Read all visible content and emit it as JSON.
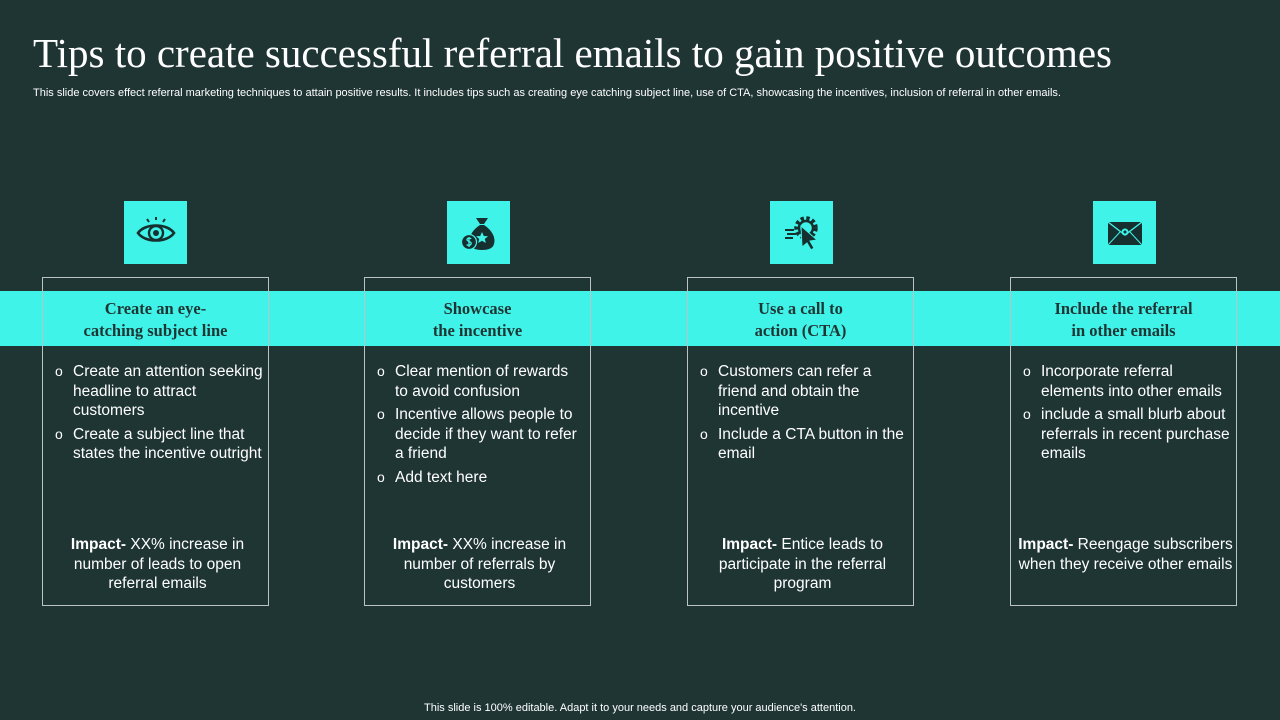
{
  "slide": {
    "title": "Tips to create successful referral emails to gain positive outcomes",
    "subtitle": "This slide covers effect referral marketing  techniques to attain positive results. It includes tips such as creating eye catching subject line, use of CTA,  showcasing the incentives, inclusion of referral in other emails.",
    "footer": "This slide is 100% editable. Adapt it to your needs and capture your audience's attention."
  },
  "theme": {
    "background": "#1f3534",
    "accent": "#3ff3e8",
    "text": "#ffffff",
    "card_border": "#b9c4c3"
  },
  "cards": [
    {
      "icon": "eye-icon",
      "title": "Create an eye-\ncatching subject line",
      "points": [
        "Create an attention seeking headline to attract customers",
        "Create a subject line that states the incentive outright"
      ],
      "impact_label": "Impact-",
      "impact_text": " XX% increase in number of leads to open referral emails"
    },
    {
      "icon": "money-bag-icon",
      "title": "Showcase\nthe incentive",
      "points": [
        "Clear mention of rewards to avoid confusion",
        "Incentive allows people to decide if they want to refer a friend",
        "Add text here"
      ],
      "impact_label": "Impact-",
      "impact_text": " XX% increase in number of referrals by customers"
    },
    {
      "icon": "cursor-click-gear-icon",
      "title": "Use a call to\naction (CTA)",
      "points": [
        "Customers can refer a friend and obtain the incentive",
        "Include  a CTA button in the email"
      ],
      "impact_label": "Impact-",
      "impact_text": " Entice leads to participate in the referral program"
    },
    {
      "icon": "envelope-icon",
      "title": "Include the referral\nin other emails",
      "points": [
        "Incorporate referral elements into other emails",
        "include a small blurb about referrals in recent purchase emails"
      ],
      "impact_label": "Impact-",
      "impact_text": " Reengage subscribers when they receive other emails"
    }
  ]
}
